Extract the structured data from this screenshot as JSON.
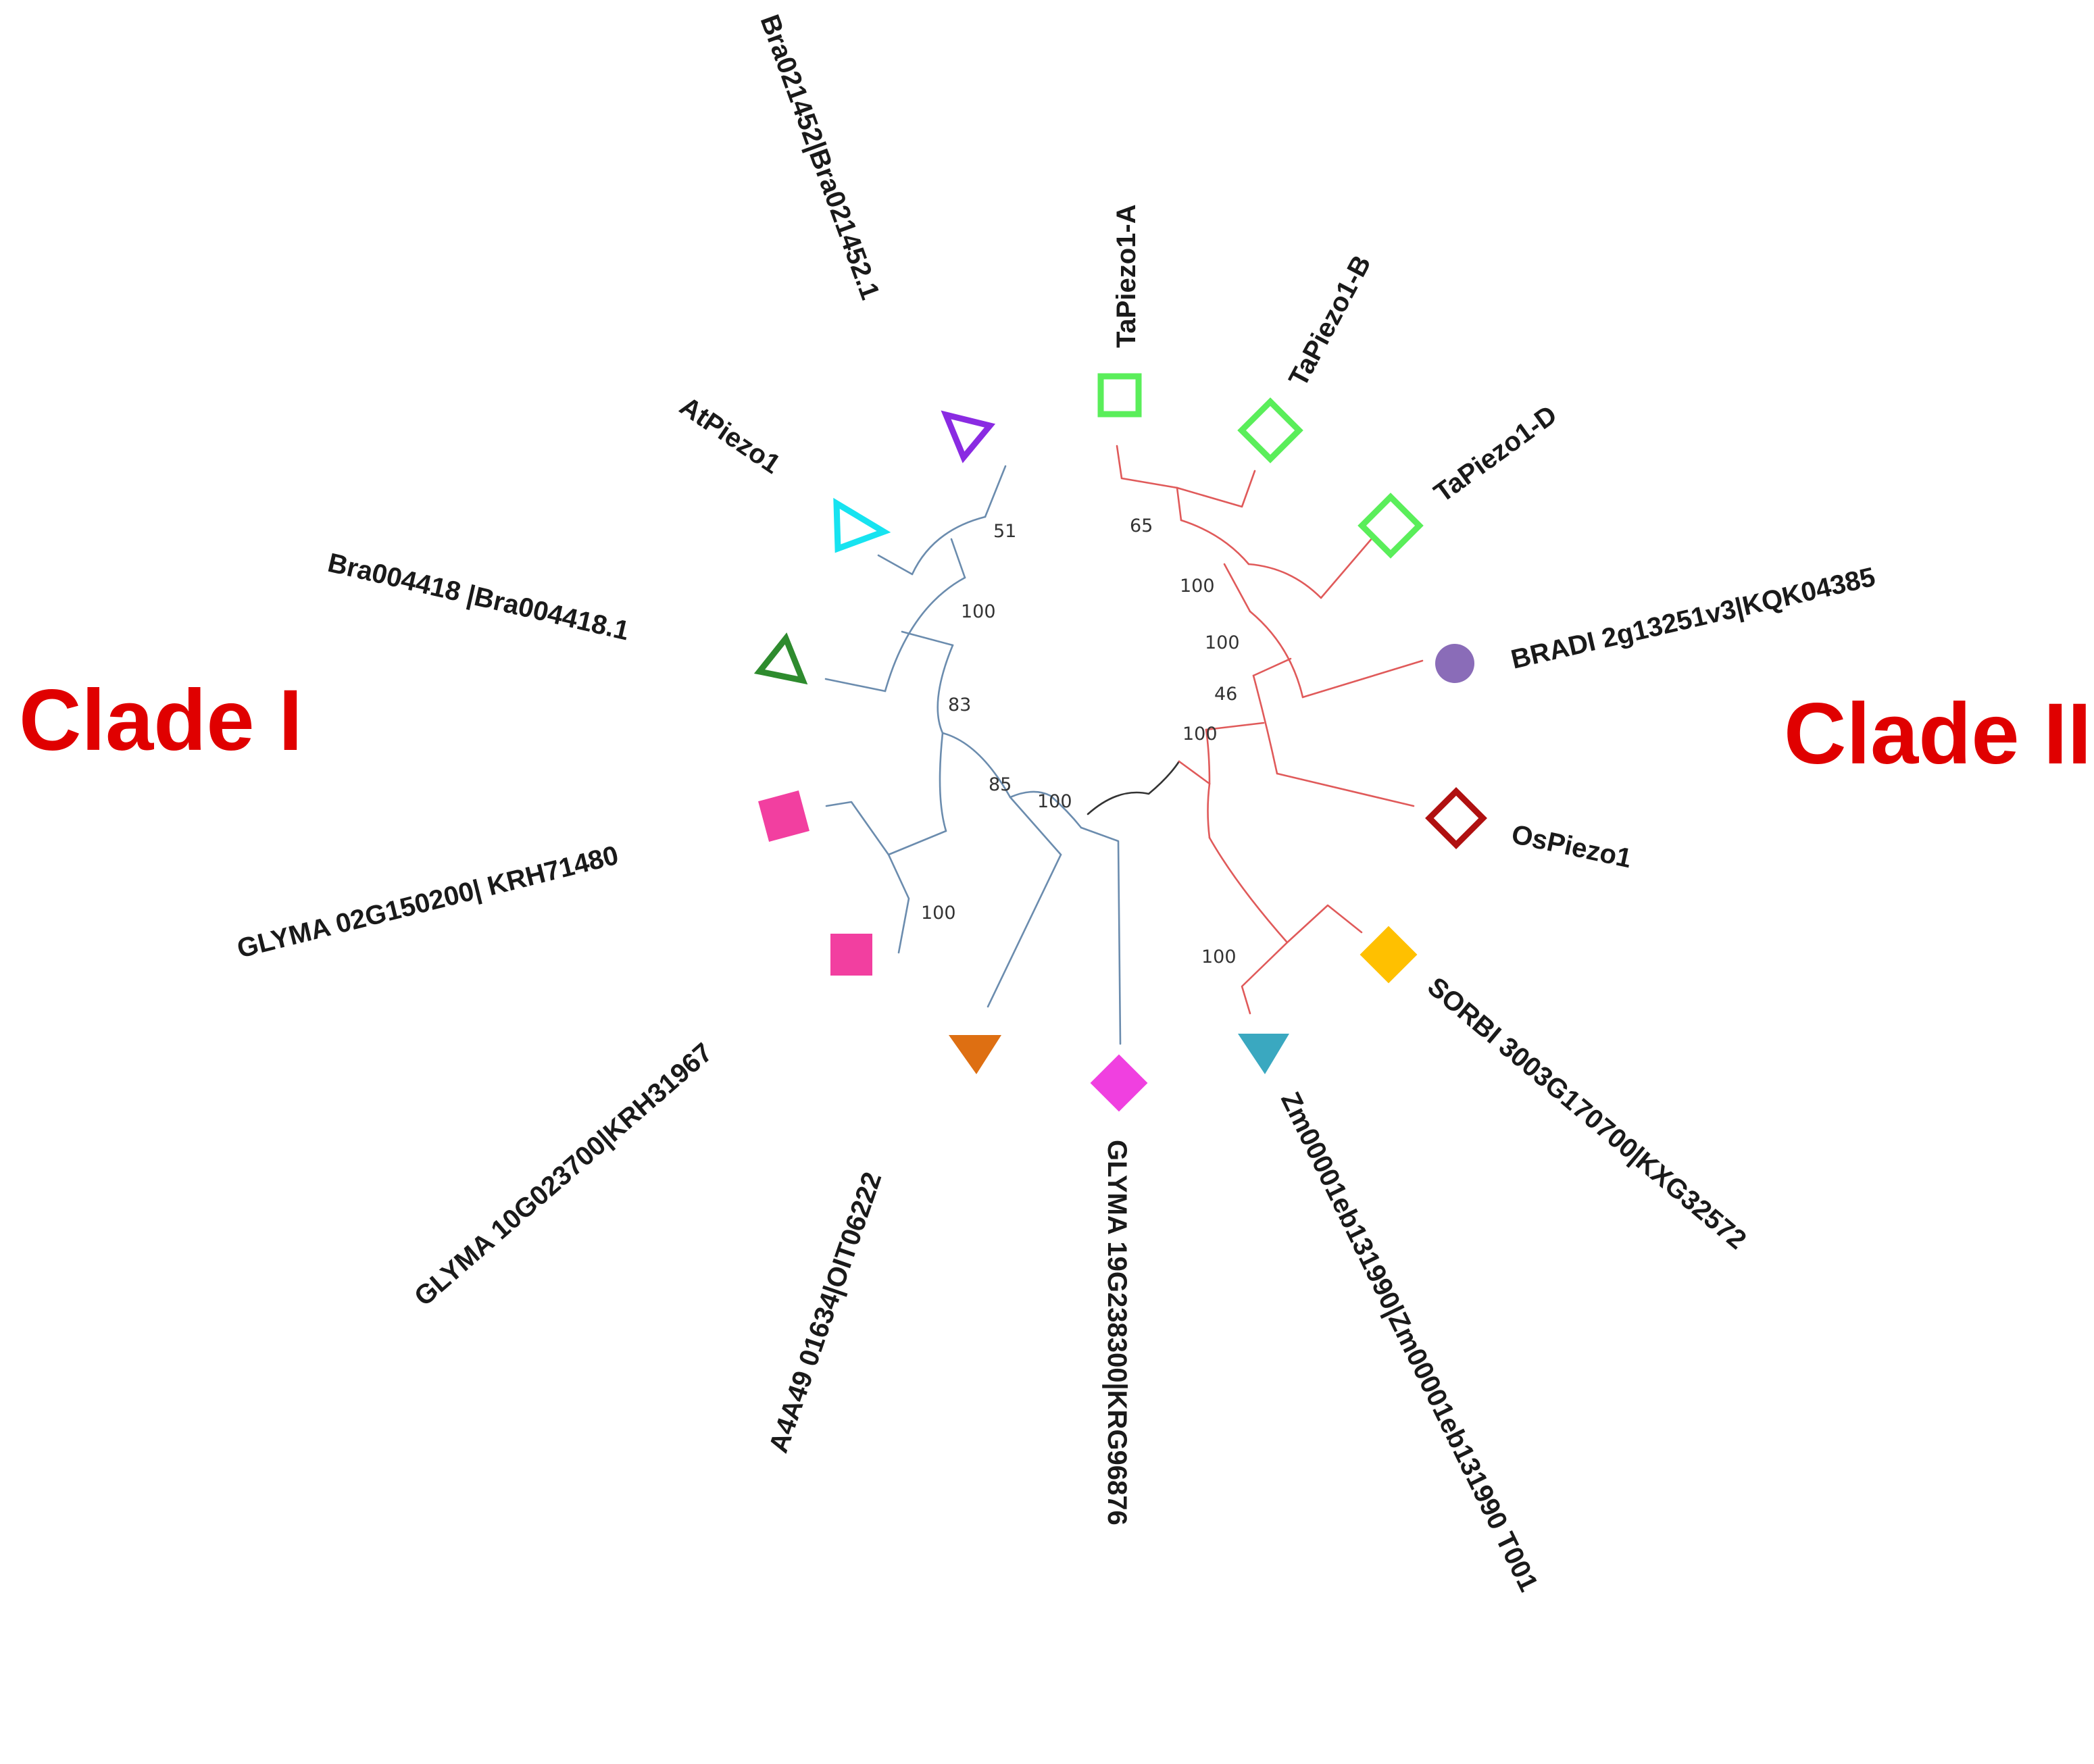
{
  "colors": {
    "clade1_branch": "#6b8cae",
    "clade2_branch": "#e05a5a",
    "root_branch": "#333333",
    "clade_label": "#e00000"
  },
  "clades": {
    "clade1": "Clade I",
    "clade2": "Clade II"
  },
  "leaves": [
    {
      "name": "Bra021452|Bra021452.1",
      "marker": "triangle-down-open",
      "color": "#8a2be2"
    },
    {
      "name": "AtPiezo1",
      "marker": "triangle-right-open",
      "color": "#17e3f0"
    },
    {
      "name": "Bra004418 |Bra004418.1",
      "marker": "triangle-up-open",
      "color": "#2e8b2e"
    },
    {
      "name": "GLYMA 02G150200| KRH71480",
      "marker": "square-filled",
      "color": "#f23fa0"
    },
    {
      "name": "GLYMA 10G023700|KRH31967",
      "marker": "square-filled",
      "color": "#f23fa0"
    },
    {
      "name": "A4A49 01634|OIT06222",
      "marker": "triangle-down-filled",
      "color": "#de6f12"
    },
    {
      "name": "GLYMA 19G238300|KRG96876",
      "marker": "diamond-filled",
      "color": "#f040e0"
    },
    {
      "name": "Zm00001eb131990|Zm00001eb131990 T001",
      "marker": "triangle-down-filled",
      "color": "#3aa8c0"
    },
    {
      "name": "SORBI 3003G170700|KXG32572",
      "marker": "diamond-filled",
      "color": "#ffc000"
    },
    {
      "name": "OsPiezo1",
      "marker": "diamond-open",
      "color": "#b01010"
    },
    {
      "name": "BRADI 2g13251v3|KQK04385",
      "marker": "circle-filled",
      "color": "#8a6cb8"
    },
    {
      "name": "TaPiezo1-D",
      "marker": "diamond-open",
      "color": "#5aee5a"
    },
    {
      "name": "TaPiezo1-B",
      "marker": "diamond-open",
      "color": "#5aee5a"
    },
    {
      "name": "TaPiezo1-A",
      "marker": "square-open",
      "color": "#5aee5a"
    }
  ],
  "bootstrap": [
    "51",
    "100",
    "83",
    "100",
    "85",
    "100",
    "65",
    "100",
    "100",
    "46",
    "100",
    "100"
  ]
}
